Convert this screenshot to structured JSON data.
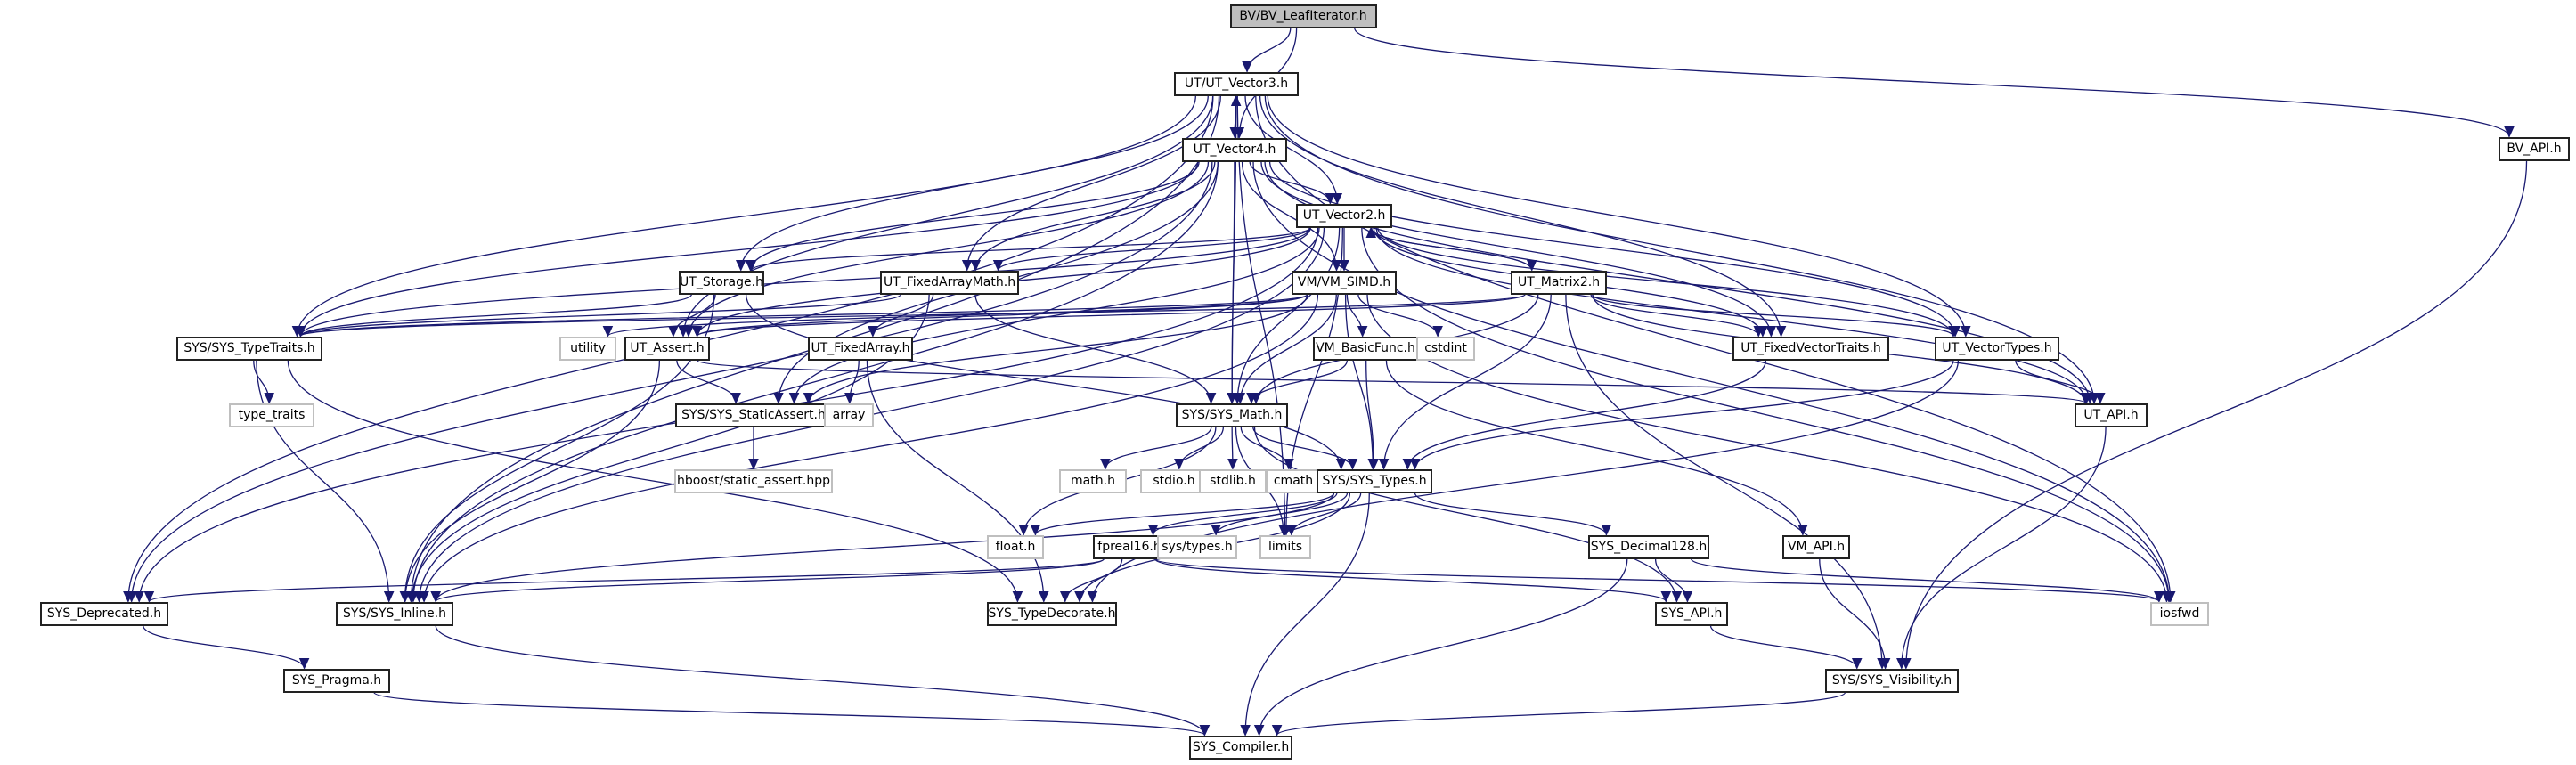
{
  "diagram": {
    "title": "Include dependency graph for BV/BV_LeafIterator.h",
    "colors": {
      "edge": "#191970",
      "node_border": "#222222",
      "external_border": "#bfbfbf",
      "root_fill": "#bfbfbf"
    },
    "nodes": [
      {
        "id": "leafiter",
        "label": "BV/BV_LeafIterator.h",
        "kind": "root"
      },
      {
        "id": "vec3",
        "label": "UT/UT_Vector3.h",
        "kind": "local"
      },
      {
        "id": "vec4",
        "label": "UT_Vector4.h",
        "kind": "local"
      },
      {
        "id": "vec2",
        "label": "UT_Vector2.h",
        "kind": "local"
      },
      {
        "id": "storage",
        "label": "UT_Storage.h",
        "kind": "local"
      },
      {
        "id": "fixmath",
        "label": "UT_FixedArrayMath.h",
        "kind": "local"
      },
      {
        "id": "simd",
        "label": "VM/VM_SIMD.h",
        "kind": "local"
      },
      {
        "id": "matrix2",
        "label": "UT_Matrix2.h",
        "kind": "local"
      },
      {
        "id": "typetraits",
        "label": "SYS/SYS_TypeTraits.h",
        "kind": "local"
      },
      {
        "id": "utility",
        "label": "utility",
        "kind": "external"
      },
      {
        "id": "assert",
        "label": "UT_Assert.h",
        "kind": "local"
      },
      {
        "id": "fixarray",
        "label": "UT_FixedArray.h",
        "kind": "local"
      },
      {
        "id": "basicfunc",
        "label": "VM_BasicFunc.h",
        "kind": "local"
      },
      {
        "id": "cstdint",
        "label": "cstdint",
        "kind": "external"
      },
      {
        "id": "fixvectraits",
        "label": "UT_FixedVectorTraits.h",
        "kind": "local"
      },
      {
        "id": "vectypes",
        "label": "UT_VectorTypes.h",
        "kind": "local"
      },
      {
        "id": "bvapi",
        "label": "BV_API.h",
        "kind": "local"
      },
      {
        "id": "staticassert",
        "label": "SYS/SYS_StaticAssert.h",
        "kind": "local"
      },
      {
        "id": "type_traits",
        "label": "type_traits",
        "kind": "external"
      },
      {
        "id": "array",
        "label": "array",
        "kind": "external"
      },
      {
        "id": "sysmath",
        "label": "SYS/SYS_Math.h",
        "kind": "local"
      },
      {
        "id": "utapi",
        "label": "UT_API.h",
        "kind": "local"
      },
      {
        "id": "hboost",
        "label": "hboost/static_assert.hpp",
        "kind": "external"
      },
      {
        "id": "mathh",
        "label": "math.h",
        "kind": "external"
      },
      {
        "id": "stdioh",
        "label": "stdio.h",
        "kind": "external"
      },
      {
        "id": "stdlibh",
        "label": "stdlib.h",
        "kind": "external"
      },
      {
        "id": "cmath",
        "label": "cmath",
        "kind": "external"
      },
      {
        "id": "systypes",
        "label": "SYS/SYS_Types.h",
        "kind": "local"
      },
      {
        "id": "floath",
        "label": "float.h",
        "kind": "external"
      },
      {
        "id": "fpreal16",
        "label": "fpreal16.h",
        "kind": "local"
      },
      {
        "id": "systypesh",
        "label": "sys/types.h",
        "kind": "external"
      },
      {
        "id": "limits",
        "label": "limits",
        "kind": "external"
      },
      {
        "id": "decimal128",
        "label": "SYS_Decimal128.h",
        "kind": "local"
      },
      {
        "id": "vmapi",
        "label": "VM_API.h",
        "kind": "local"
      },
      {
        "id": "deprecated",
        "label": "SYS_Deprecated.h",
        "kind": "local"
      },
      {
        "id": "inline",
        "label": "SYS/SYS_Inline.h",
        "kind": "local"
      },
      {
        "id": "typedecorate",
        "label": "SYS_TypeDecorate.h",
        "kind": "local"
      },
      {
        "id": "sysapi",
        "label": "SYS_API.h",
        "kind": "local"
      },
      {
        "id": "iosfwd",
        "label": "iosfwd",
        "kind": "external"
      },
      {
        "id": "pragma",
        "label": "SYS_Pragma.h",
        "kind": "local"
      },
      {
        "id": "visibility",
        "label": "SYS/SYS_Visibility.h",
        "kind": "local"
      },
      {
        "id": "compiler",
        "label": "SYS_Compiler.h",
        "kind": "local"
      }
    ],
    "edges": [
      [
        "leafiter",
        "vec3"
      ],
      [
        "leafiter",
        "vec4"
      ],
      [
        "leafiter",
        "bvapi"
      ],
      [
        "vec3",
        "vec4"
      ],
      [
        "vec3",
        "vec2"
      ],
      [
        "vec3",
        "storage"
      ],
      [
        "vec3",
        "fixmath"
      ],
      [
        "vec3",
        "typetraits"
      ],
      [
        "vec3",
        "assert"
      ],
      [
        "vec3",
        "sysmath"
      ],
      [
        "vec3",
        "fixvectraits"
      ],
      [
        "vec3",
        "vectypes"
      ],
      [
        "vec3",
        "utapi"
      ],
      [
        "vec3",
        "deprecated"
      ],
      [
        "vec3",
        "inline"
      ],
      [
        "vec3",
        "limits"
      ],
      [
        "vec3",
        "iosfwd"
      ],
      [
        "vec4",
        "vec3"
      ],
      [
        "vec4",
        "vec2"
      ],
      [
        "vec4",
        "storage"
      ],
      [
        "vec4",
        "fixmath"
      ],
      [
        "vec4",
        "simd"
      ],
      [
        "vec4",
        "typetraits"
      ],
      [
        "vec4",
        "assert"
      ],
      [
        "vec4",
        "sysmath"
      ],
      [
        "vec4",
        "fixvectraits"
      ],
      [
        "vec4",
        "vectypes"
      ],
      [
        "vec4",
        "utapi"
      ],
      [
        "vec4",
        "deprecated"
      ],
      [
        "vec4",
        "inline"
      ],
      [
        "vec4",
        "iosfwd"
      ],
      [
        "vec4",
        "staticassert"
      ],
      [
        "vec2",
        "simd"
      ],
      [
        "vec2",
        "matrix2"
      ],
      [
        "vec2",
        "storage"
      ],
      [
        "vec2",
        "fixmath"
      ],
      [
        "vec2",
        "typetraits"
      ],
      [
        "vec2",
        "assert"
      ],
      [
        "vec2",
        "sysmath"
      ],
      [
        "vec2",
        "fixvectraits"
      ],
      [
        "vec2",
        "vectypes"
      ],
      [
        "vec2",
        "utapi"
      ],
      [
        "vec2",
        "deprecated"
      ],
      [
        "vec2",
        "inline"
      ],
      [
        "vec2",
        "limits"
      ],
      [
        "vec2",
        "iosfwd"
      ],
      [
        "vec2",
        "staticassert"
      ],
      [
        "matrix2",
        "vec2"
      ],
      [
        "matrix2",
        "assert"
      ],
      [
        "matrix2",
        "sysmath"
      ],
      [
        "matrix2",
        "systypes"
      ],
      [
        "matrix2",
        "fixvectraits"
      ],
      [
        "matrix2",
        "vectypes"
      ],
      [
        "matrix2",
        "utapi"
      ],
      [
        "matrix2",
        "typetraits"
      ],
      [
        "matrix2",
        "visibility"
      ],
      [
        "storage",
        "assert"
      ],
      [
        "storage",
        "typetraits"
      ],
      [
        "storage",
        "systypes"
      ],
      [
        "storage",
        "inline"
      ],
      [
        "fixmath",
        "fixarray"
      ],
      [
        "fixmath",
        "sysmath"
      ],
      [
        "fixmath",
        "typetraits"
      ],
      [
        "fixmath",
        "inline"
      ],
      [
        "simd",
        "basicfunc"
      ],
      [
        "simd",
        "cstdint"
      ],
      [
        "simd",
        "sysmath"
      ],
      [
        "simd",
        "systypes"
      ],
      [
        "simd",
        "assert"
      ],
      [
        "simd",
        "staticassert"
      ],
      [
        "simd",
        "utility"
      ],
      [
        "simd",
        "inline"
      ],
      [
        "simd",
        "iosfwd"
      ],
      [
        "simd",
        "typetraits"
      ],
      [
        "typetraits",
        "type_traits"
      ],
      [
        "typetraits",
        "inline"
      ],
      [
        "typetraits",
        "typedecorate"
      ],
      [
        "assert",
        "staticassert"
      ],
      [
        "assert",
        "utapi"
      ],
      [
        "assert",
        "inline"
      ],
      [
        "fixarray",
        "array"
      ],
      [
        "fixarray",
        "typedecorate"
      ],
      [
        "basicfunc",
        "sysmath"
      ],
      [
        "basicfunc",
        "systypes"
      ],
      [
        "basicfunc",
        "vmapi"
      ],
      [
        "fixvectraits",
        "systypes"
      ],
      [
        "vectypes",
        "systypes"
      ],
      [
        "vectypes",
        "utapi"
      ],
      [
        "vectypes",
        "typedecorate"
      ],
      [
        "bvapi",
        "visibility"
      ],
      [
        "staticassert",
        "hboost"
      ],
      [
        "sysmath",
        "mathh"
      ],
      [
        "sysmath",
        "stdioh"
      ],
      [
        "sysmath",
        "stdlibh"
      ],
      [
        "sysmath",
        "cmath"
      ],
      [
        "sysmath",
        "systypes"
      ],
      [
        "sysmath",
        "floath"
      ],
      [
        "sysmath",
        "limits"
      ],
      [
        "sysmath",
        "sysapi"
      ],
      [
        "utapi",
        "visibility"
      ],
      [
        "systypes",
        "floath"
      ],
      [
        "systypes",
        "fpreal16"
      ],
      [
        "systypes",
        "systypesh"
      ],
      [
        "systypes",
        "limits"
      ],
      [
        "systypes",
        "decimal128"
      ],
      [
        "systypes",
        "inline"
      ],
      [
        "systypes",
        "compiler"
      ],
      [
        "systypes",
        "typedecorate"
      ],
      [
        "fpreal16",
        "typedecorate"
      ],
      [
        "fpreal16",
        "inline"
      ],
      [
        "fpreal16",
        "sysapi"
      ],
      [
        "fpreal16",
        "deprecated"
      ],
      [
        "fpreal16",
        "iosfwd"
      ],
      [
        "decimal128",
        "sysapi"
      ],
      [
        "decimal128",
        "compiler"
      ],
      [
        "decimal128",
        "iosfwd"
      ],
      [
        "vmapi",
        "visibility"
      ],
      [
        "deprecated",
        "pragma"
      ],
      [
        "inline",
        "compiler"
      ],
      [
        "sysapi",
        "visibility"
      ],
      [
        "pragma",
        "compiler"
      ],
      [
        "visibility",
        "compiler"
      ]
    ]
  }
}
